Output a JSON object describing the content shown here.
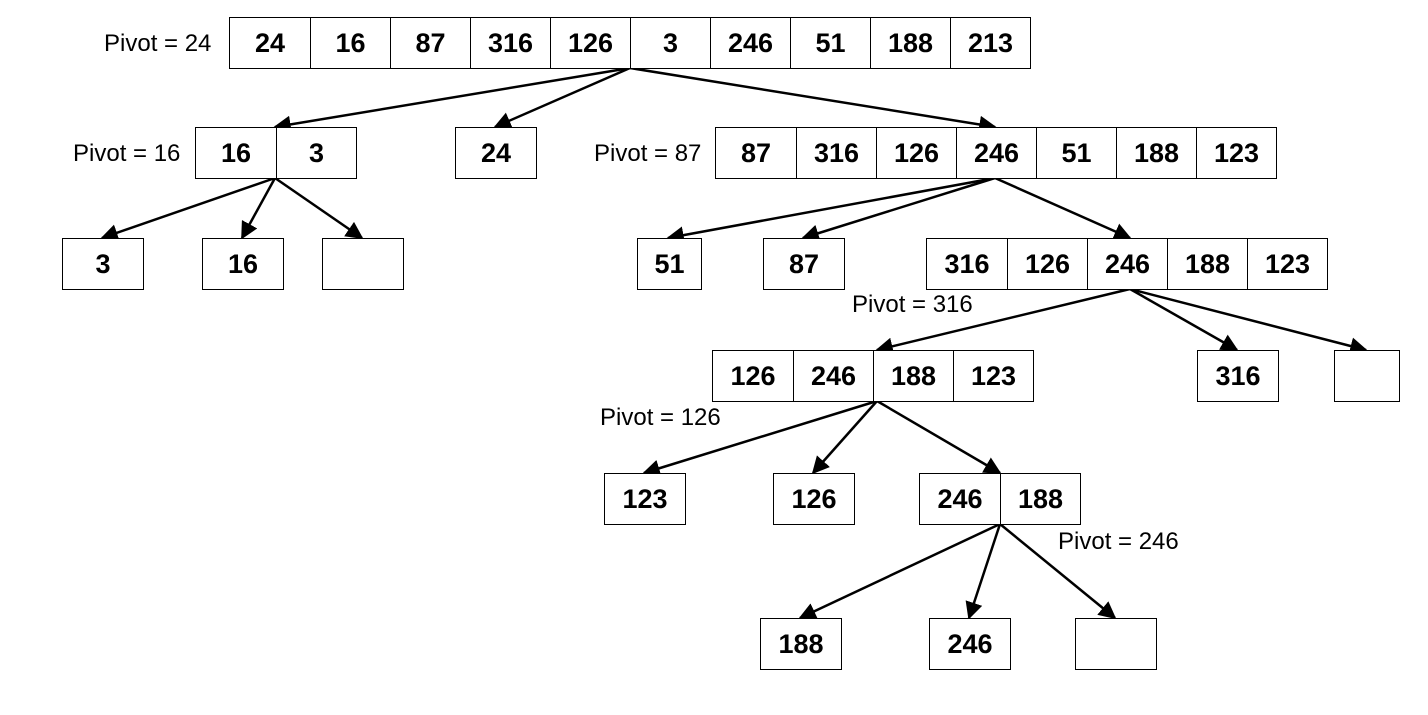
{
  "nodes": [
    {
      "id": "n1",
      "cells": [
        "24",
        "16",
        "87",
        "316",
        "126",
        "3",
        "246",
        "51",
        "188",
        "213"
      ],
      "pivot": "Pivot = 24"
    },
    {
      "id": "n2",
      "cells": [
        "16",
        "3"
      ],
      "pivot": "Pivot = 16"
    },
    {
      "id": "n3",
      "cells": [
        "24"
      ],
      "pivot": ""
    },
    {
      "id": "n4",
      "cells": [
        "87",
        "316",
        "126",
        "246",
        "51",
        "188",
        "123"
      ],
      "pivot": "Pivot = 87"
    },
    {
      "id": "n5",
      "cells": [
        "3"
      ],
      "pivot": ""
    },
    {
      "id": "n6",
      "cells": [
        "16"
      ],
      "pivot": ""
    },
    {
      "id": "n7",
      "cells": [
        ""
      ],
      "pivot": ""
    },
    {
      "id": "n8",
      "cells": [
        "51"
      ],
      "pivot": ""
    },
    {
      "id": "n9",
      "cells": [
        "87"
      ],
      "pivot": ""
    },
    {
      "id": "n10",
      "cells": [
        "316",
        "126",
        "246",
        "188",
        "123"
      ],
      "pivot": "Pivot = 316"
    },
    {
      "id": "n11",
      "cells": [
        "126",
        "246",
        "188",
        "123"
      ],
      "pivot": "Pivot = 126"
    },
    {
      "id": "n12",
      "cells": [
        "316"
      ],
      "pivot": ""
    },
    {
      "id": "n13",
      "cells": [
        ""
      ],
      "pivot": ""
    },
    {
      "id": "n14",
      "cells": [
        "123"
      ],
      "pivot": ""
    },
    {
      "id": "n15",
      "cells": [
        "126"
      ],
      "pivot": ""
    },
    {
      "id": "n16",
      "cells": [
        "246",
        "188"
      ],
      "pivot": "Pivot = 246"
    },
    {
      "id": "n17",
      "cells": [
        "188"
      ],
      "pivot": ""
    },
    {
      "id": "n18",
      "cells": [
        "246"
      ],
      "pivot": ""
    },
    {
      "id": "n19",
      "cells": [
        ""
      ],
      "pivot": ""
    }
  ],
  "edges": [
    [
      "n1",
      "n2"
    ],
    [
      "n1",
      "n3"
    ],
    [
      "n1",
      "n4"
    ],
    [
      "n2",
      "n5"
    ],
    [
      "n2",
      "n6"
    ],
    [
      "n2",
      "n7"
    ],
    [
      "n4",
      "n8"
    ],
    [
      "n4",
      "n9"
    ],
    [
      "n4",
      "n10"
    ],
    [
      "n10",
      "n11"
    ],
    [
      "n10",
      "n12"
    ],
    [
      "n10",
      "n13"
    ],
    [
      "n11",
      "n14"
    ],
    [
      "n11",
      "n15"
    ],
    [
      "n11",
      "n16"
    ],
    [
      "n16",
      "n17"
    ],
    [
      "n16",
      "n18"
    ],
    [
      "n16",
      "n19"
    ]
  ]
}
